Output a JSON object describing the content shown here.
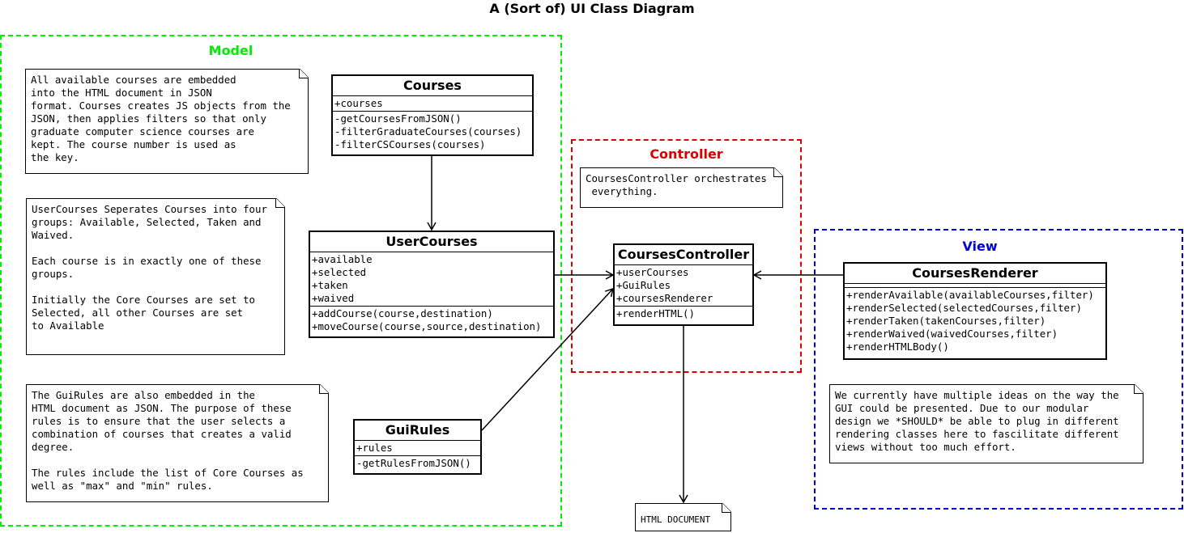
{
  "title": "A (Sort of) UI Class Diagram",
  "colors": {
    "model": "#00ee00",
    "controller": "#dd0000",
    "view": "#0000dd"
  },
  "packages": {
    "model": "Model",
    "controller": "Controller",
    "view": "View"
  },
  "notes": {
    "courses": "All available courses are embedded\ninto the HTML document in JSON\nformat. Courses creates JS objects from the\nJSON, then applies filters so that only\ngraduate computer science courses are\nkept. The course number is used as\nthe key.",
    "usercourses": "UserCourses Seperates Courses into four\ngroups: Available, Selected, Taken and\nWaived.\n\nEach course is in exactly one of these\ngroups.\n\nInitially the Core Courses are set to\nSelected, all other Courses are set\nto Available",
    "guirules": "The GuiRules are also embedded in the\nHTML document as JSON. The purpose of these\nrules is to ensure that the user selects a\ncombination of courses that creates a valid\ndegree.\n\nThe rules include the list of Core Courses as\nwell as \"max\" and \"min\" rules.",
    "controller": "CoursesController orchestrates\n everything.",
    "view": "We currently have multiple ideas on the way the\nGUI could be presented. Due to our modular\ndesign we *SHOULD* be able to plug in different\nrendering classes here to fascilitate different\nviews without too much effort.",
    "document": "HTML DOCUMENT"
  },
  "classes": {
    "courses": {
      "name": "Courses",
      "attributes": [
        "+courses"
      ],
      "methods": [
        "-getCoursesFromJSON()",
        "-filterGraduateCourses(courses)",
        "-filterCSCourses(courses)"
      ]
    },
    "usercourses": {
      "name": "UserCourses",
      "attributes": [
        "+available",
        "+selected",
        "+taken",
        "+waived"
      ],
      "methods": [
        "+addCourse(course,destination)",
        "+moveCourse(course,source,destination)"
      ]
    },
    "guirules": {
      "name": "GuiRules",
      "attributes": [
        "+rules"
      ],
      "methods": [
        "-getRulesFromJSON()"
      ]
    },
    "controller": {
      "name": "CoursesController",
      "attributes": [
        "+userCourses",
        "+GuiRules",
        "+coursesRenderer"
      ],
      "methods": [
        "+renderHTML()"
      ]
    },
    "renderer": {
      "name": "CoursesRenderer",
      "attributes": [],
      "methods": [
        "+renderAvailable(availableCourses,filter)",
        "+renderSelected(selectedCourses,filter)",
        "+renderTaken(takenCourses,filter)",
        "+renderWaived(waivedCourses,filter)",
        "+renderHTMLBody()"
      ]
    }
  }
}
